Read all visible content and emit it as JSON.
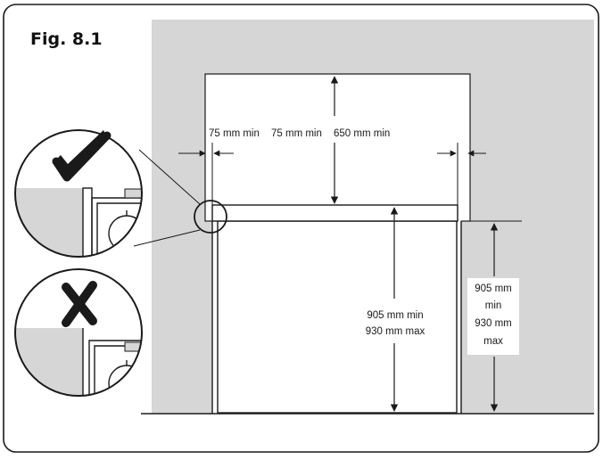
{
  "figure": {
    "title": "Fig. 8.1"
  },
  "dimensions": {
    "side_gap_left": "75 mm min",
    "side_gap_right": "75 mm min",
    "top_clearance": "650 mm min",
    "opening_height_min": "905 mm min",
    "opening_height_max": "930 mm max",
    "side_height_line1": "905 mm",
    "side_height_line2": "min",
    "side_height_line3": "930 mm",
    "side_height_line4": "max"
  },
  "icons": {
    "correct": "check-mark-icon",
    "incorrect": "cross-mark-icon"
  },
  "colors": {
    "wall": "#d6d6d6",
    "line": "#1a1a1a",
    "background": "#ffffff"
  }
}
